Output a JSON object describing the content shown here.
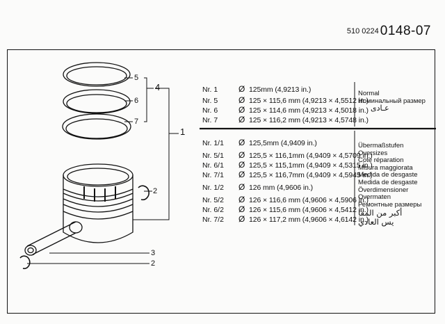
{
  "header": {
    "doc_prefix": "510 0224",
    "doc_main": "0148-07"
  },
  "callouts": {
    "c5": "5",
    "c6": "6",
    "c7": "7",
    "c4": "4",
    "c1": "1",
    "c2a": "2",
    "c3": "3",
    "c2b": "2"
  },
  "standard_rows": [
    {
      "nr": "Nr. 1",
      "dia": "Ø",
      "spec": "125mm (4,9213 in.)"
    },
    {
      "nr": "Nr. 5",
      "dia": "Ø",
      "spec": "125 × 115,6 mm (4,9213 × 4,5512 in.)"
    },
    {
      "nr": "Nr. 6",
      "dia": "Ø",
      "spec": "125 × 114,6 mm (4,9213 × 4,5018 in.)"
    },
    {
      "nr": "Nr. 7",
      "dia": "Ø",
      "spec": "125 × 116,2 mm (4,9213 × 4,5748 in.)"
    }
  ],
  "standard_labels": [
    "Normal",
    "Номинальный размер",
    "عـادى"
  ],
  "oversize_rows": [
    {
      "nr": "Nr. 1/1",
      "dia": "Ø",
      "spec": "125,5mm (4,9409 in.)"
    },
    {
      "nr": "Nr. 5/1",
      "dia": "Ø",
      "spec": "125,5 × 116,1mm (4,9409 × 4,5709 in.)"
    },
    {
      "nr": "Nr. 6/1",
      "dia": "Ø",
      "spec": "125,5 × 115,1mm (4,9409 × 4,5315 in.)"
    },
    {
      "nr": "Nr. 7/1",
      "dia": "Ø",
      "spec": "125,5 × 116,7mm (4,9409 × 4,5945 in.)"
    },
    {
      "nr": "Nr. 1/2",
      "dia": "Ø",
      "spec": "126 mm (4,9606 in.)"
    },
    {
      "nr": "Nr. 5/2",
      "dia": "Ø",
      "spec": "126 × 116,6 mm (4,9606 × 4,5906 in.)"
    },
    {
      "nr": "Nr. 6/2",
      "dia": "Ø",
      "spec": "126 × 115,6 mm (4,9606 × 4,5412 in.)"
    },
    {
      "nr": "Nr. 7/2",
      "dia": "Ø",
      "spec": "126 × 117,2 mm (4,9606 × 4,6142 in.)"
    }
  ],
  "oversize_labels": [
    "Übermaßstufen",
    "Oversizes",
    "Cote réparation",
    "Misura maggiorata",
    "Medida de desgaste",
    "Medida de desgaste",
    "Överdimensioner",
    "Overmaten",
    "Ремонтные размеры"
  ],
  "oversize_arabic": [
    "أكبر من المقا",
    "يس العادي"
  ]
}
